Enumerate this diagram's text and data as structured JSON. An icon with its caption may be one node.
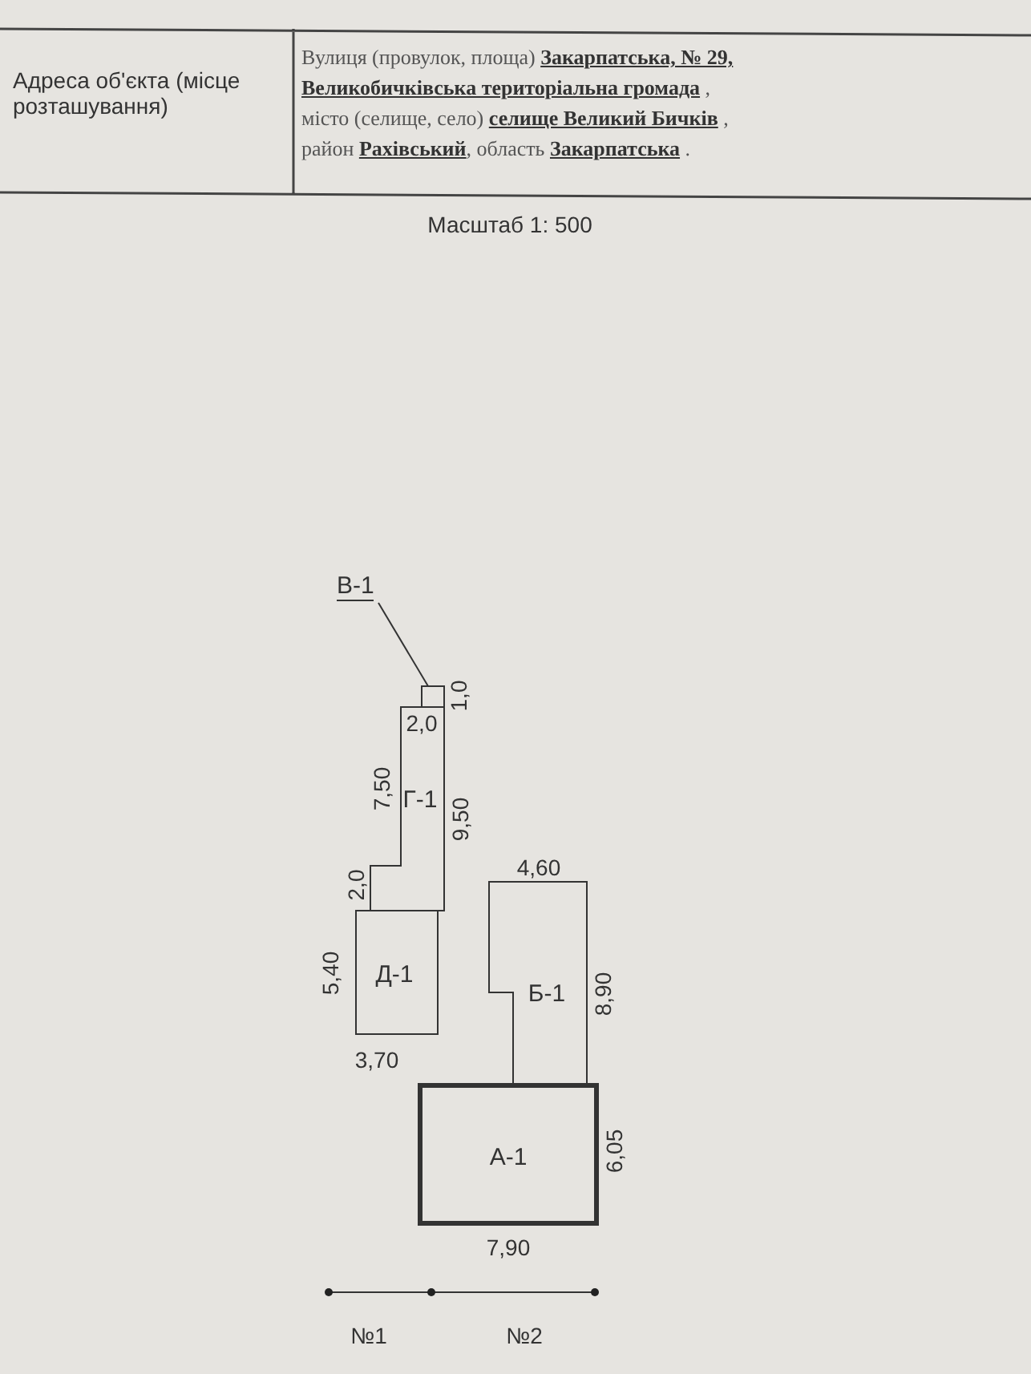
{
  "diagram": {
    "nodes": [
      {
        "text": [
          "В-1"
        ]
      },
      {
        "text": [],
        "shape": "box"
      },
      {
        "text": [
          "Г-1"
        ]
      },
      {
        "text": [
          "Д-1"
        ]
      },
      {
        "text": [
          "Б-1"
        ]
      },
      {
        "text": [
          "А-1"
        ]
      }
    ],
    "edges": [
      {
        "from": 0,
        "to": 1,
        "arrow": "none"
      }
    ],
    "labels": [
      "Адреса об'єкта (місце розташування)",
      "Вулиця (провулок, площа) **Закарпатська, № 29,**",
      "**Великобичківська територіальна громада** ,",
      "місто (селище, село) **селище Великий Бичків** ,",
      "район **Рахівський**, область **Закарпатська** .",
      "Масштаб 1: 500",
      "1,0",
      "2,0",
      "7,50",
      "9,50",
      "4,60",
      "2,0",
      "5,40",
      "8,90",
      "3,70",
      "6,05",
      "7,90",
      "№1",
      "№2"
    ]
  }
}
